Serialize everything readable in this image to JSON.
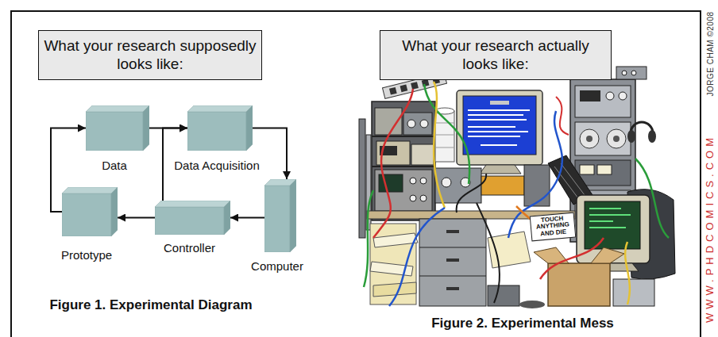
{
  "diagram": {
    "nodes": [
      {
        "text": [
          "What your research supposedly looks like:"
        ]
      },
      {
        "text": [
          "What your research actually looks like:"
        ]
      },
      {
        "text": [
          "Data"
        ]
      },
      {
        "text": [
          "Data Acquisition"
        ]
      },
      {
        "text": [
          "Computer"
        ]
      },
      {
        "text": [
          "Controller"
        ]
      },
      {
        "text": [
          "Prototype"
        ]
      },
      {
        "text": [
          "TOUCH ANYTHING AND DIE"
        ]
      }
    ],
    "edges": [
      {
        "from": 2,
        "to": 3,
        "arrow": "to"
      },
      {
        "from": 3,
        "to": 4,
        "arrow": "to"
      },
      {
        "from": 4,
        "to": 5,
        "arrow": "to"
      },
      {
        "from": 5,
        "to": 3,
        "arrow": "to"
      },
      {
        "from": 5,
        "to": 6,
        "arrow": "to"
      },
      {
        "from": 6,
        "to": 2,
        "arrow": "to"
      }
    ],
    "labels": [
      "Figure 1. Experimental Diagram",
      "Figure 2. Experimental Mess",
      "JORGE CHAM ©2008",
      "WWW.PHDCOMICS.COM"
    ]
  }
}
